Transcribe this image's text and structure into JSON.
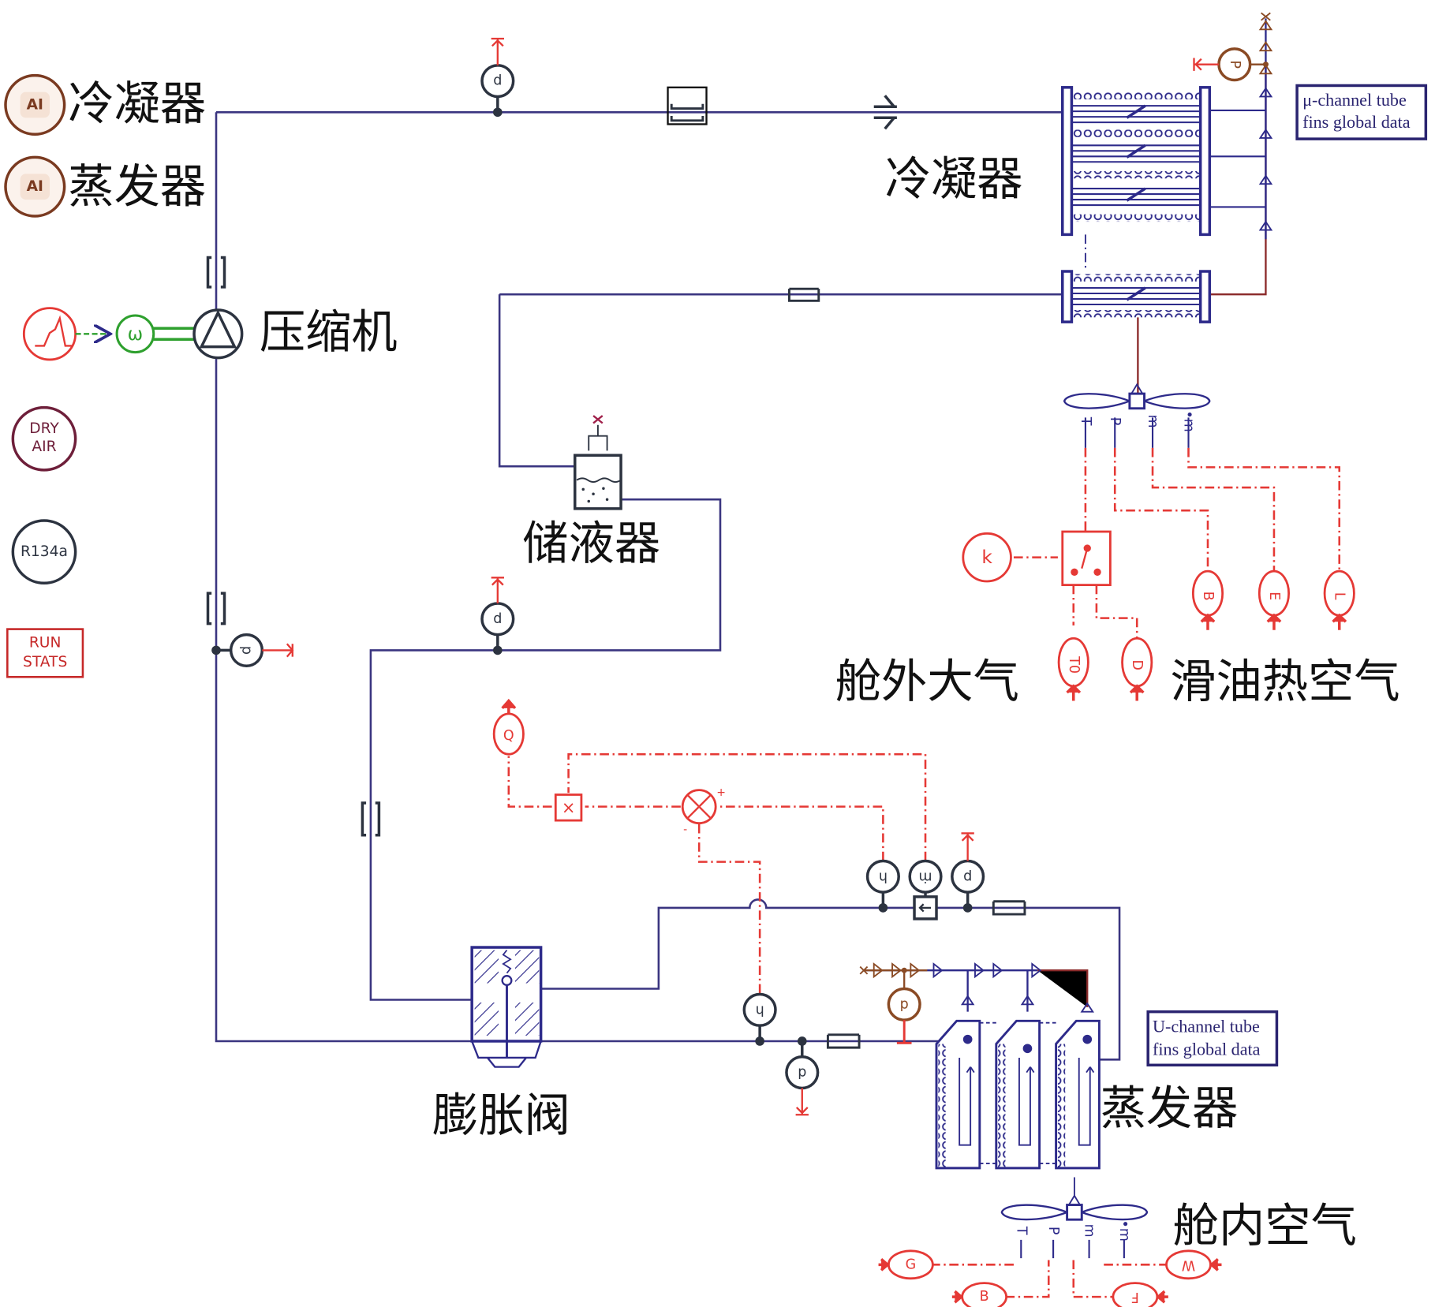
{
  "diagram": {
    "title": "R134a vapor-compression refrigeration system schematic",
    "global_icons": {
      "condenser_ai": {
        "badge": "AI",
        "label": "冷凝器"
      },
      "evaporator_ai": {
        "badge": "AI",
        "label": "蒸发器"
      },
      "dry_air": {
        "line1": "DRY",
        "line2": "AIR"
      },
      "refrigerant": "R134a",
      "run_stats": {
        "line1": "RUN",
        "line2": "STATS"
      }
    },
    "components": {
      "compressor": "压缩机",
      "condenser": "冷凝器",
      "receiver": "储液器",
      "expansion_valve": "膨胀阀",
      "evaporator": "蒸发器",
      "outside_air": "舱外大气",
      "lube_oil_hot_air": "滑油热空气",
      "cabin_air": "舱内空气"
    },
    "global_data_boxes": {
      "condenser": {
        "line1": "μ-channel tube",
        "line2": "fins global data"
      },
      "evaporator": {
        "line1": "U-channel tube",
        "line2": "fins global data"
      }
    },
    "sensors": {
      "p_top": "p",
      "p_comp": "p",
      "p_receiver_out": "p",
      "h_evap_out": "h",
      "mdot_evap_out": "ṁ",
      "p_evap_out": "p",
      "h_valve_out": "h",
      "p_valve_out": "p",
      "p_condenser_air": "P",
      "p_evap_air": "p",
      "omega": "ω",
      "k_switch": "k"
    },
    "signal_blocks": {
      "q_output": "Q",
      "product": "×",
      "sum": "⊗",
      "sum_plus": "+",
      "sum_minus": "-"
    },
    "condenser_fan_ports": [
      "T",
      "P",
      "m",
      "•m"
    ],
    "evaporator_fan_ports": [
      "T",
      "P",
      "m",
      "•m"
    ],
    "outside_sources": [
      "T0",
      "D"
    ],
    "lube_sources": [
      "B",
      "E",
      "L"
    ],
    "cabin_sources": [
      "G",
      "B",
      "F",
      "W"
    ],
    "colors": {
      "pipe": "#3a3580",
      "signal": "#e53935",
      "sensor": "#2c3340",
      "moist_air": "#8a4a24",
      "mechanical": "#2ea02e",
      "ai_badge": "#7a3a20"
    }
  }
}
